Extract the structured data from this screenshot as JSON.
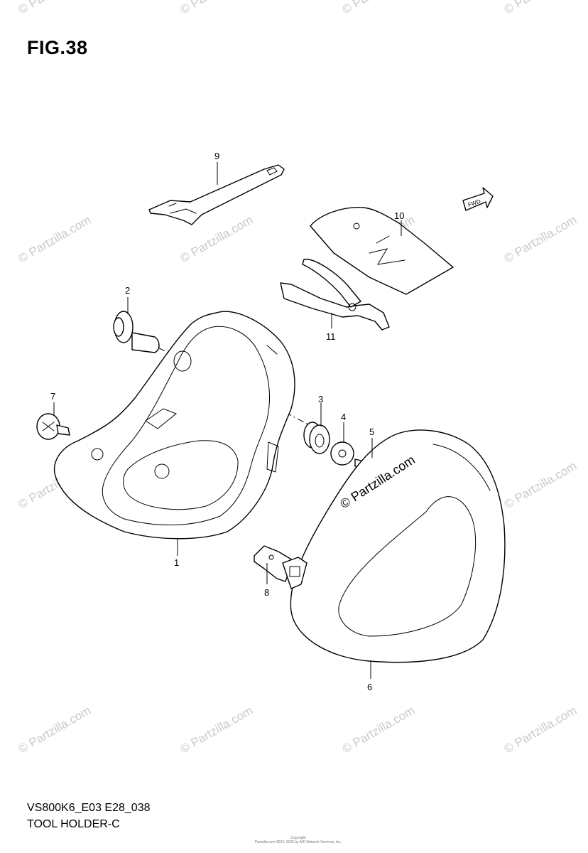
{
  "figure": {
    "title": "FIG.38",
    "code": "VS800K6_E03 E28_038",
    "name": "TOOL HOLDER-C"
  },
  "watermark": {
    "text": "© Partzilla.com",
    "color": "#c9c9c9"
  },
  "stamp": {
    "text": "© Partzilla.com"
  },
  "direction_mark": {
    "text": "FWD"
  },
  "callouts": [
    {
      "id": "1",
      "label": "1"
    },
    {
      "id": "2",
      "label": "2"
    },
    {
      "id": "3",
      "label": "3"
    },
    {
      "id": "4",
      "label": "4"
    },
    {
      "id": "5",
      "label": "5"
    },
    {
      "id": "6",
      "label": "6"
    },
    {
      "id": "7",
      "label": "7"
    },
    {
      "id": "8",
      "label": "8"
    },
    {
      "id": "9",
      "label": "9"
    },
    {
      "id": "10",
      "label": "10"
    },
    {
      "id": "11",
      "label": "11"
    }
  ],
  "copyright": {
    "line1": "Copyright",
    "line2": "Partzilla.com 2024, 2025 by ARI Network Services, Inc."
  }
}
